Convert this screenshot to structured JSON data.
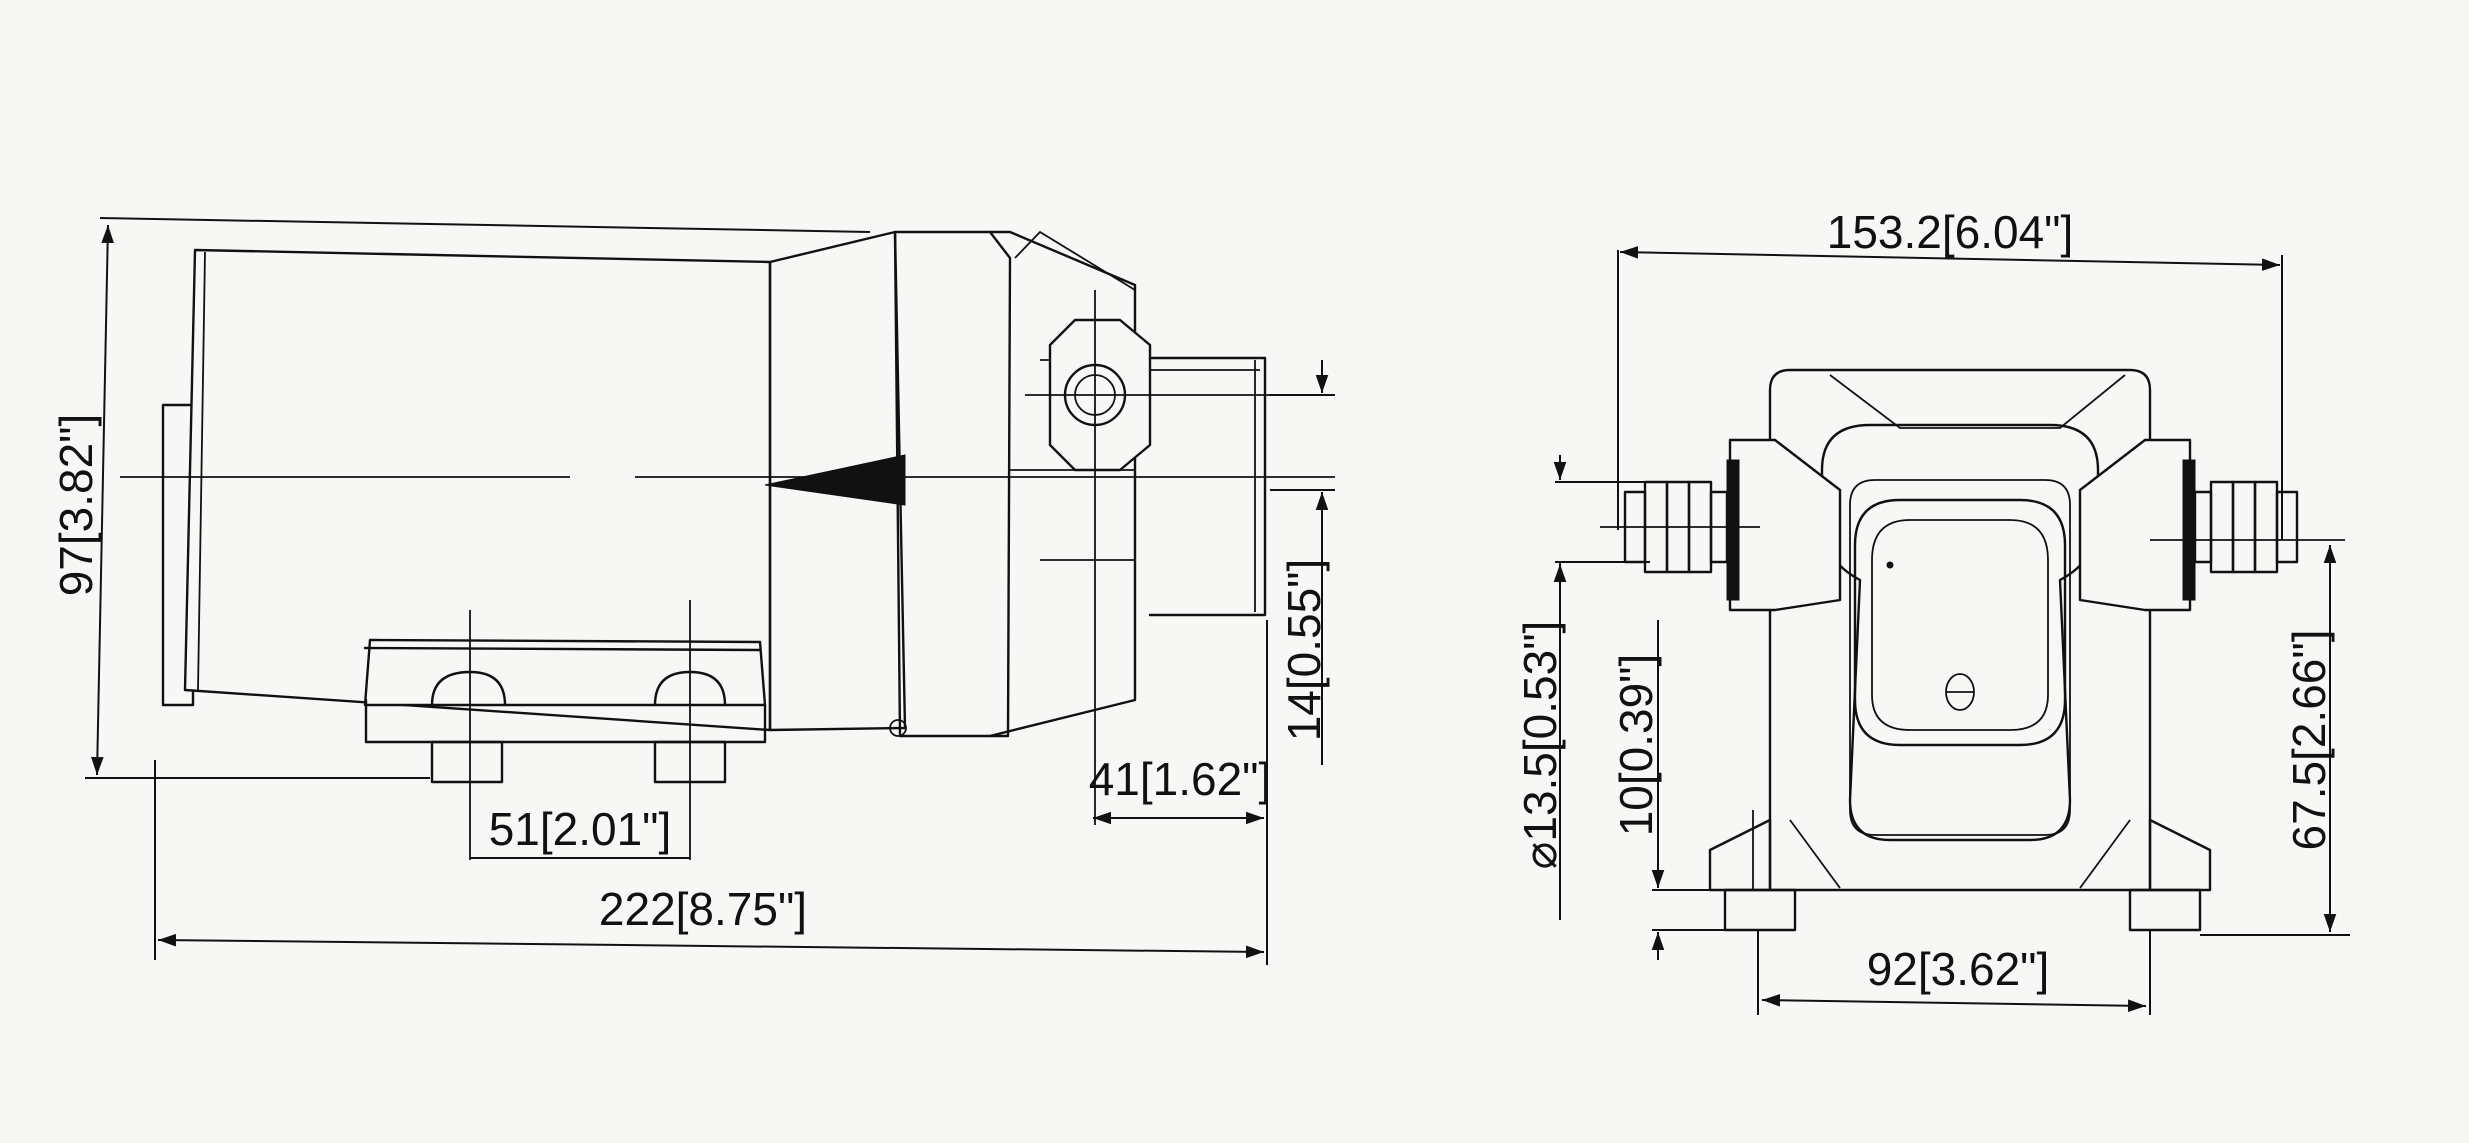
{
  "side_view": {
    "height_dim": "97[3.82\"]",
    "mount_hole_spacing_dim": "51[2.01\"]",
    "overall_length_dim": "222[8.75\"]",
    "port_offset_dim": "41[1.62\"]",
    "port_height_dim": "14[0.55\"]"
  },
  "end_view": {
    "overall_width_dim": "153.2[6.04\"]",
    "port_diameter_dim": "⌀13.5[0.53\"]",
    "foot_height_dim": "10[0.39\"]",
    "port_center_height_dim": "67.5[2.66\"]",
    "foot_spacing_dim": "92[3.62\"]"
  }
}
